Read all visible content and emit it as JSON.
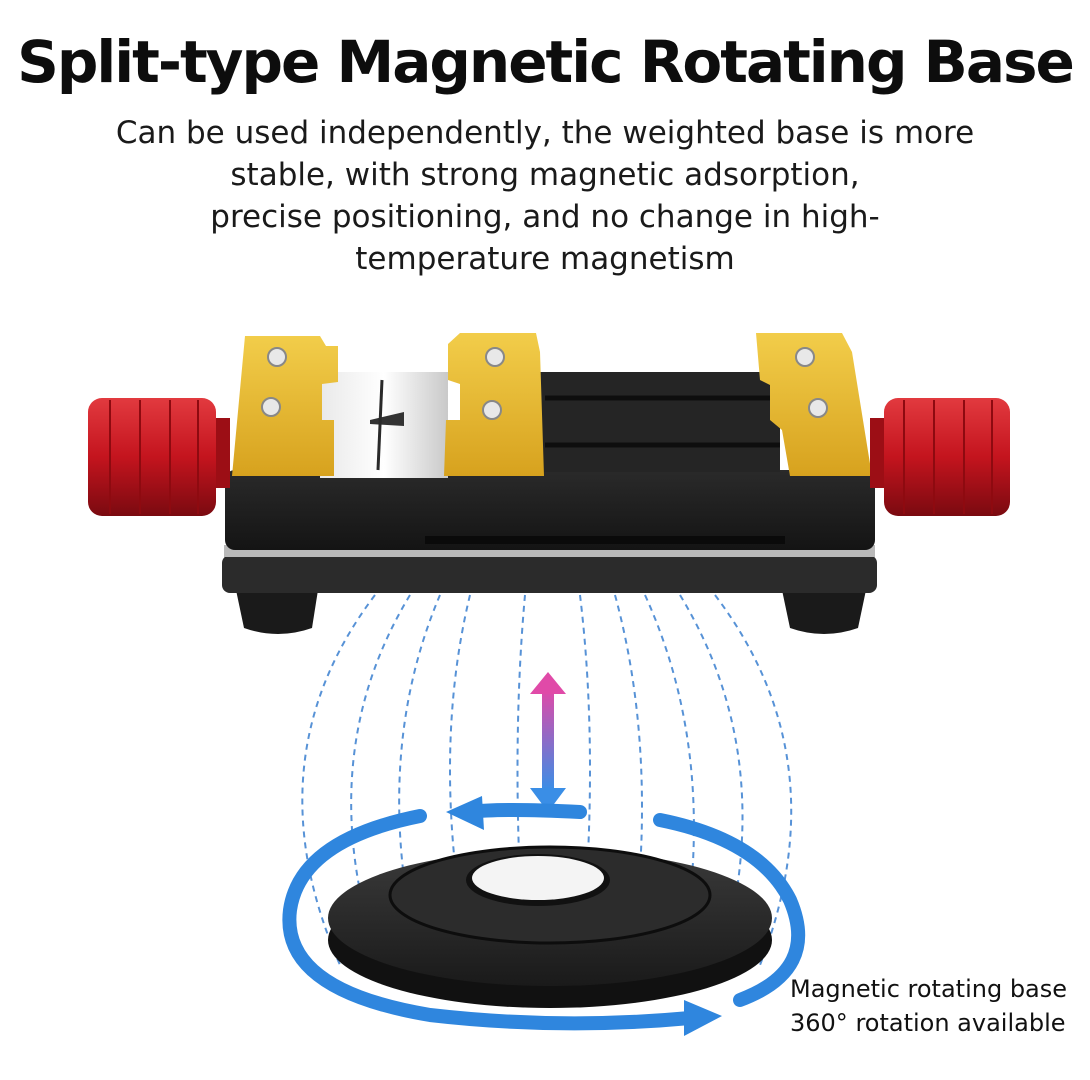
{
  "title": "Split-type Magnetic Rotating Base",
  "subtitle_lines": [
    "Can be used independently, the weighted base is more",
    "stable, with strong magnetic adsorption,",
    "precise positioning, and no change in high-",
    "temperature magnetism"
  ],
  "caption_lines": [
    "Magnetic rotating base",
    "360° rotation available"
  ],
  "colors": {
    "background": "#ffffff",
    "clamp_gold": "#e8b92e",
    "knob_red": "#c4141e",
    "body_black": "#1c1c1c",
    "field_line_blue": "#3a7fd0",
    "rotation_arrow_blue": "#2f86de",
    "arrow_gradient_top": "#e04aa8",
    "arrow_gradient_bottom": "#3a8ee6"
  }
}
